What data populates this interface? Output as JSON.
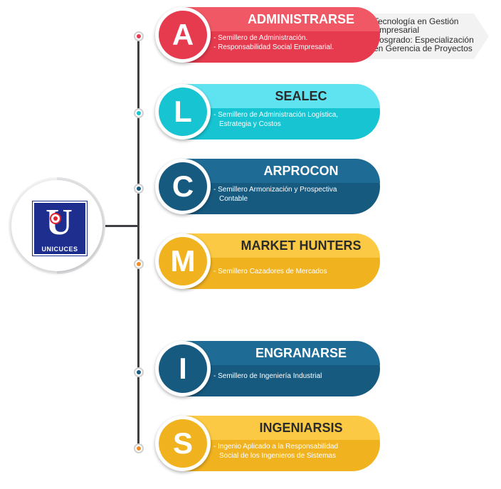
{
  "logo": {
    "letter": "U",
    "text": "UNICUCES"
  },
  "side_note": {
    "items": [
      [
        "Tecnología en Gestión",
        "Empresarial"
      ],
      [
        "Posgrado: Especialización",
        "en Gerencia de Proyectos"
      ]
    ]
  },
  "groups": [
    {
      "letter": "A",
      "title": "ADMINISTRARSE",
      "lines": [
        "- Semillero de Administración.",
        "- Responsabilidad Social Empresarial."
      ],
      "dark": "#e63a4e",
      "light": "#f15866",
      "title_color": "#ffffff",
      "dot": "#e63a4e"
    },
    {
      "letter": "L",
      "title": "SEALEC",
      "lines": [
        "- Semillero de Administración Logística,",
        "Estrategia y Costos"
      ],
      "dark": "#16c4d2",
      "light": "#5fe3f0",
      "title_color": "#2b2b2b",
      "dot": "#16c4d2"
    },
    {
      "letter": "C",
      "title": "ARPROCON",
      "lines": [
        "- Semillero Armonización y Prospectiva",
        "Contable"
      ],
      "dark": "#175a80",
      "light": "#1e6c95",
      "title_color": "#ffffff",
      "dot": "#175a80"
    },
    {
      "letter": "M",
      "title": "MARKET HUNTERS",
      "lines": [
        "- Semillero Cazadores de Mercados"
      ],
      "dark": "#f0b21f",
      "light": "#fbc943",
      "title_color": "#2b2b2b",
      "dot": "#f28c27"
    },
    {
      "letter": "I",
      "title": "ENGRANARSE",
      "lines": [
        "- Semillero de Ingeniería Industrial"
      ],
      "dark": "#175a80",
      "light": "#1e6c95",
      "title_color": "#ffffff",
      "dot": "#175a80"
    },
    {
      "letter": "S",
      "title": "INGENIARSIS",
      "lines": [
        "- Ingenio Aplicado a la Responsabilidad",
        "Social de los Ingenieros de Sistemas"
      ],
      "dark": "#f0b21f",
      "light": "#fbc943",
      "title_color": "#2b2b2b",
      "dot": "#f28c27"
    }
  ]
}
